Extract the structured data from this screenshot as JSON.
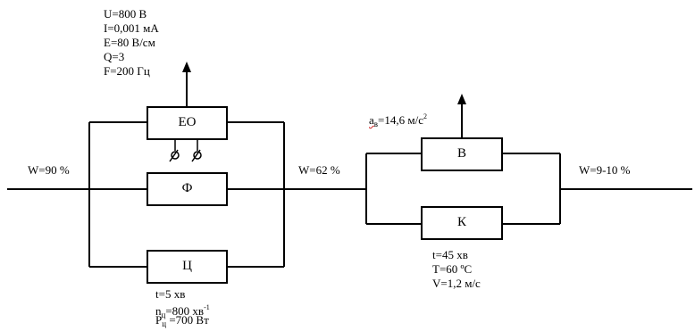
{
  "flows": {
    "w_input": "W=90 %",
    "w_middle": "W=62 %",
    "w_output": "W=9-10 %"
  },
  "blocks": {
    "eo": "ЕО",
    "f": "Ф",
    "ts": "Ц",
    "v": "В",
    "k": "К"
  },
  "eo_params": {
    "u": "U=800 В",
    "i": "I=0,001 мА",
    "e": "E=80 В/см",
    "q": "Q=3",
    "f": "F=200 Гц"
  },
  "ts_params": {
    "t": "t=5 хв",
    "n_prefix": "n",
    "n_sub": "ц",
    "n_value": "=800 хв",
    "n_sup": "-1",
    "p_prefix": "P",
    "p_sub": "ц",
    "p_value": " =700 Вт"
  },
  "v_params": {
    "a_prefix": "а",
    "a_sub": "в",
    "a_value": "=14,6 м/с",
    "a_sup": "2"
  },
  "k_params": {
    "t": "t=45 хв",
    "temp": "T=60 ºС",
    "v": "V=1,2 м/с"
  }
}
